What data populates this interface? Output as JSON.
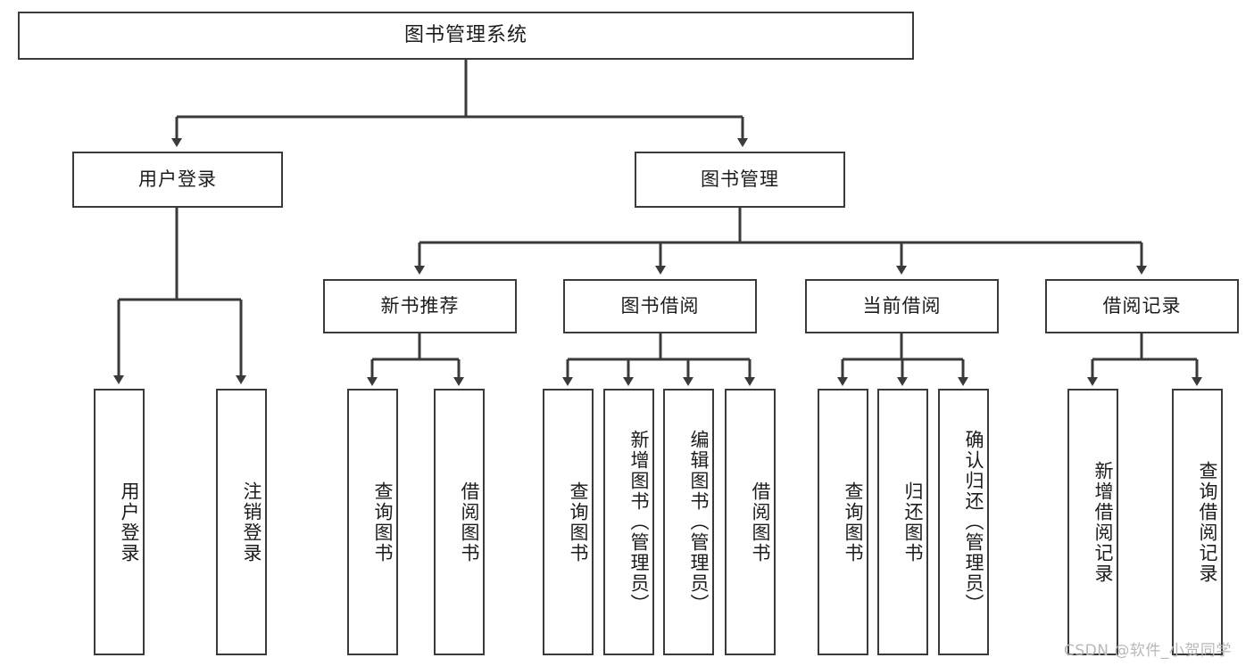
{
  "diagram": {
    "title": "图书管理系统",
    "root": {
      "label": "图书管理系统"
    },
    "level2": [
      {
        "label": "用户登录"
      },
      {
        "label": "图书管理"
      }
    ],
    "level3": [
      {
        "label": "新书推荐"
      },
      {
        "label": "图书借阅"
      },
      {
        "label": "当前借阅"
      },
      {
        "label": "借阅记录"
      }
    ],
    "leaves": {
      "user_login": [
        {
          "label": "用户登录"
        },
        {
          "label": "注销登录"
        }
      ],
      "new_book_recommend": [
        {
          "label": "查询图书"
        },
        {
          "label": "借阅图书"
        }
      ],
      "book_borrow": [
        {
          "label": "查询图书"
        },
        {
          "label": "新增图书（管理员）"
        },
        {
          "label": "编辑图书（管理员）"
        },
        {
          "label": "借阅图书"
        }
      ],
      "current_borrow": [
        {
          "label": "查询图书"
        },
        {
          "label": "归还图书"
        },
        {
          "label": "确认归还（管理员）"
        }
      ],
      "borrow_record": [
        {
          "label": "新增借阅记录"
        },
        {
          "label": "查询借阅记录"
        }
      ]
    }
  },
  "watermark": {
    "text": "CSDN @软件_小贺同学"
  },
  "colors": {
    "border": "#3a3a3a",
    "text": "#1c1c1c",
    "background": "#ffffff",
    "watermark": "#b8b8b8"
  }
}
